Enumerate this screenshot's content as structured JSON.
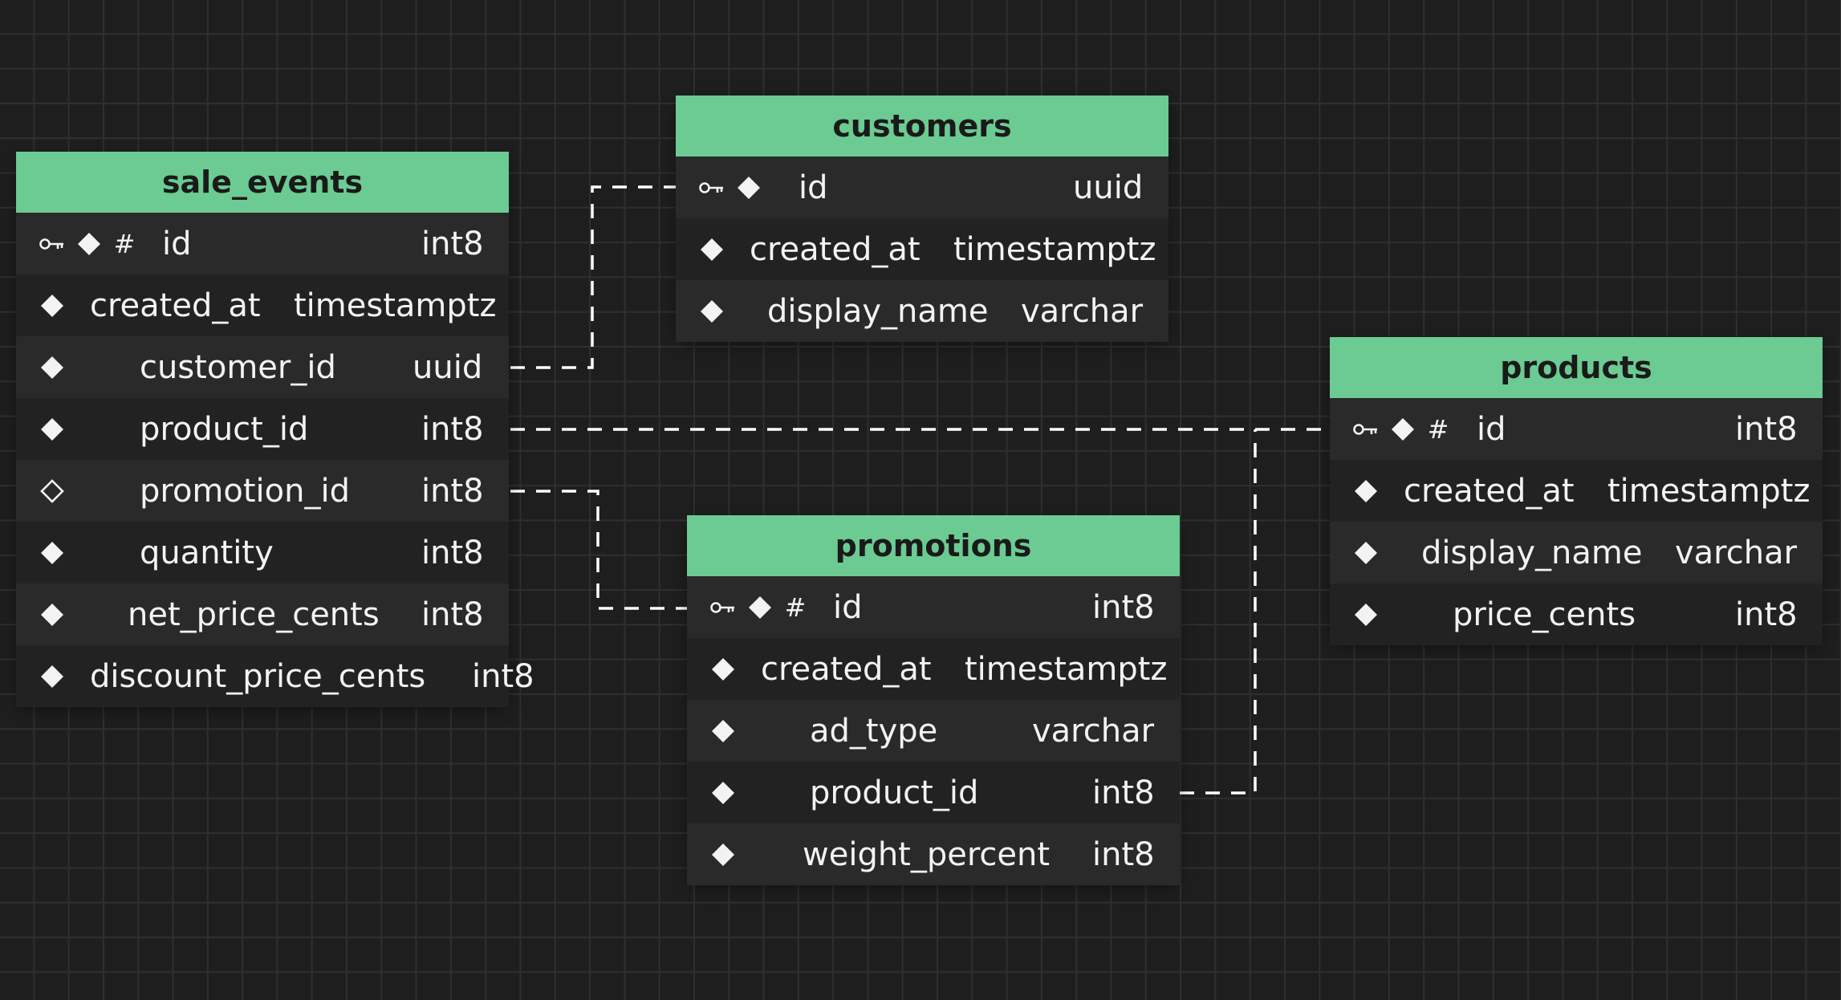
{
  "tables": {
    "sale_events": {
      "title": "sale_events",
      "columns": [
        {
          "name": "id",
          "type": "int8",
          "primary_key": true,
          "hash": true
        },
        {
          "name": "created_at",
          "type": "timestamptz"
        },
        {
          "name": "customer_id",
          "type": "uuid"
        },
        {
          "name": "product_id",
          "type": "int8"
        },
        {
          "name": "promotion_id",
          "type": "int8",
          "nullable": true
        },
        {
          "name": "quantity",
          "type": "int8"
        },
        {
          "name": "net_price_cents",
          "type": "int8"
        },
        {
          "name": "discount_price_cents",
          "type": "int8"
        }
      ]
    },
    "customers": {
      "title": "customers",
      "columns": [
        {
          "name": "id",
          "type": "uuid",
          "primary_key": true
        },
        {
          "name": "created_at",
          "type": "timestamptz"
        },
        {
          "name": "display_name",
          "type": "varchar"
        }
      ]
    },
    "products": {
      "title": "products",
      "columns": [
        {
          "name": "id",
          "type": "int8",
          "primary_key": true,
          "hash": true
        },
        {
          "name": "created_at",
          "type": "timestamptz"
        },
        {
          "name": "display_name",
          "type": "varchar"
        },
        {
          "name": "price_cents",
          "type": "int8"
        }
      ]
    },
    "promotions": {
      "title": "promotions",
      "columns": [
        {
          "name": "id",
          "type": "int8",
          "primary_key": true,
          "hash": true
        },
        {
          "name": "created_at",
          "type": "timestamptz"
        },
        {
          "name": "ad_type",
          "type": "varchar"
        },
        {
          "name": "product_id",
          "type": "int8"
        },
        {
          "name": "weight_percent",
          "type": "int8"
        }
      ]
    }
  },
  "relationships": [
    {
      "from": "sale_events.customer_id",
      "to": "customers.id"
    },
    {
      "from": "sale_events.product_id",
      "to": "products.id"
    },
    {
      "from": "sale_events.promotion_id",
      "to": "promotions.id"
    },
    {
      "from": "promotions.product_id",
      "to": "products.id"
    }
  ],
  "colors": {
    "header": "#6bcb92",
    "header_text": "#1a1a1a",
    "background": "#1e1e1e",
    "grid": "#2f2f2f",
    "row_a": "#2a2a2a",
    "row_b": "#222222",
    "text": "#f3f3f3",
    "connector": "#ffffff"
  },
  "icons": {
    "primary_key": "key-icon",
    "column": "diamond-filled-icon",
    "nullable_column": "diamond-outline-icon",
    "identity": "hash-icon"
  }
}
